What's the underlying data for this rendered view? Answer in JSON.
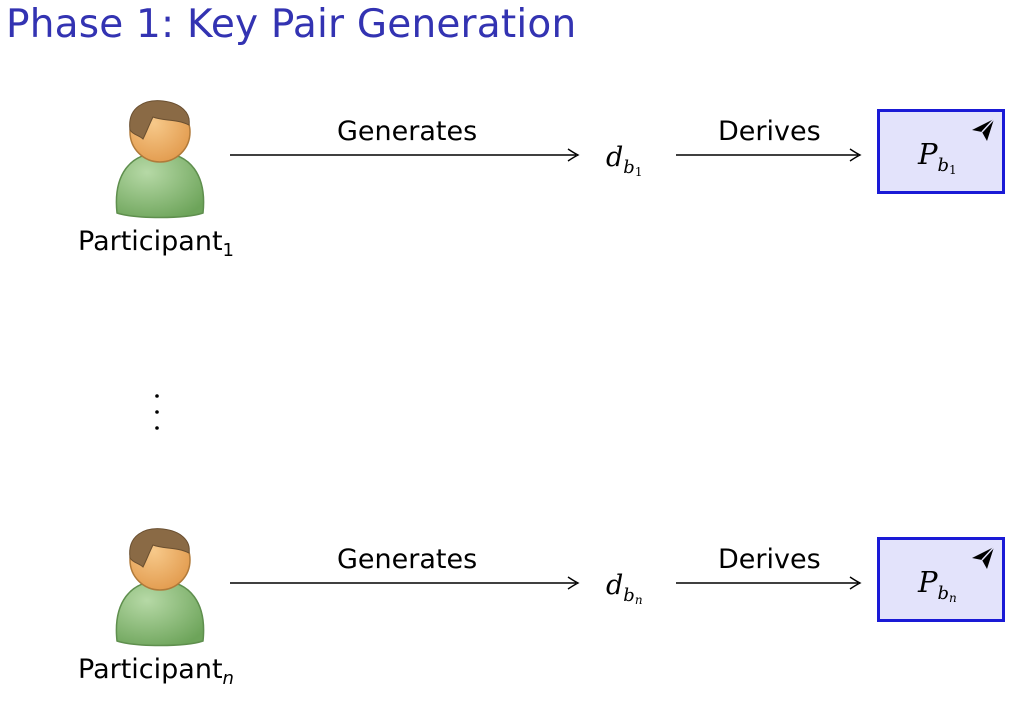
{
  "title": "Phase 1: Key Pair Generation",
  "rows": [
    {
      "participant": "Participant",
      "participant_sub": "1",
      "action1": "Generates",
      "private_key": "d",
      "private_key_sub": "b",
      "private_key_subsub": "1",
      "action2": "Derives",
      "public_key": "P",
      "public_key_sub": "b",
      "public_key_subsub": "1"
    },
    {
      "participant": "Participant",
      "participant_sub": "n",
      "action1": "Generates",
      "private_key": "d",
      "private_key_sub": "b",
      "private_key_subsub": "n",
      "action2": "Derives",
      "public_key": "P",
      "public_key_sub": "b",
      "public_key_subsub": "n"
    }
  ],
  "ellipsis": "⋮",
  "colors": {
    "title": "#3333b2",
    "box_border": "#1a1ad6",
    "box_fill": "#e3e3fb",
    "person_skin": "#f0b26a",
    "person_hair": "#8a6a45",
    "person_body": "#7fb26e"
  },
  "icons": [
    "person-icon",
    "paper-plane-icon",
    "arrow-icon"
  ]
}
